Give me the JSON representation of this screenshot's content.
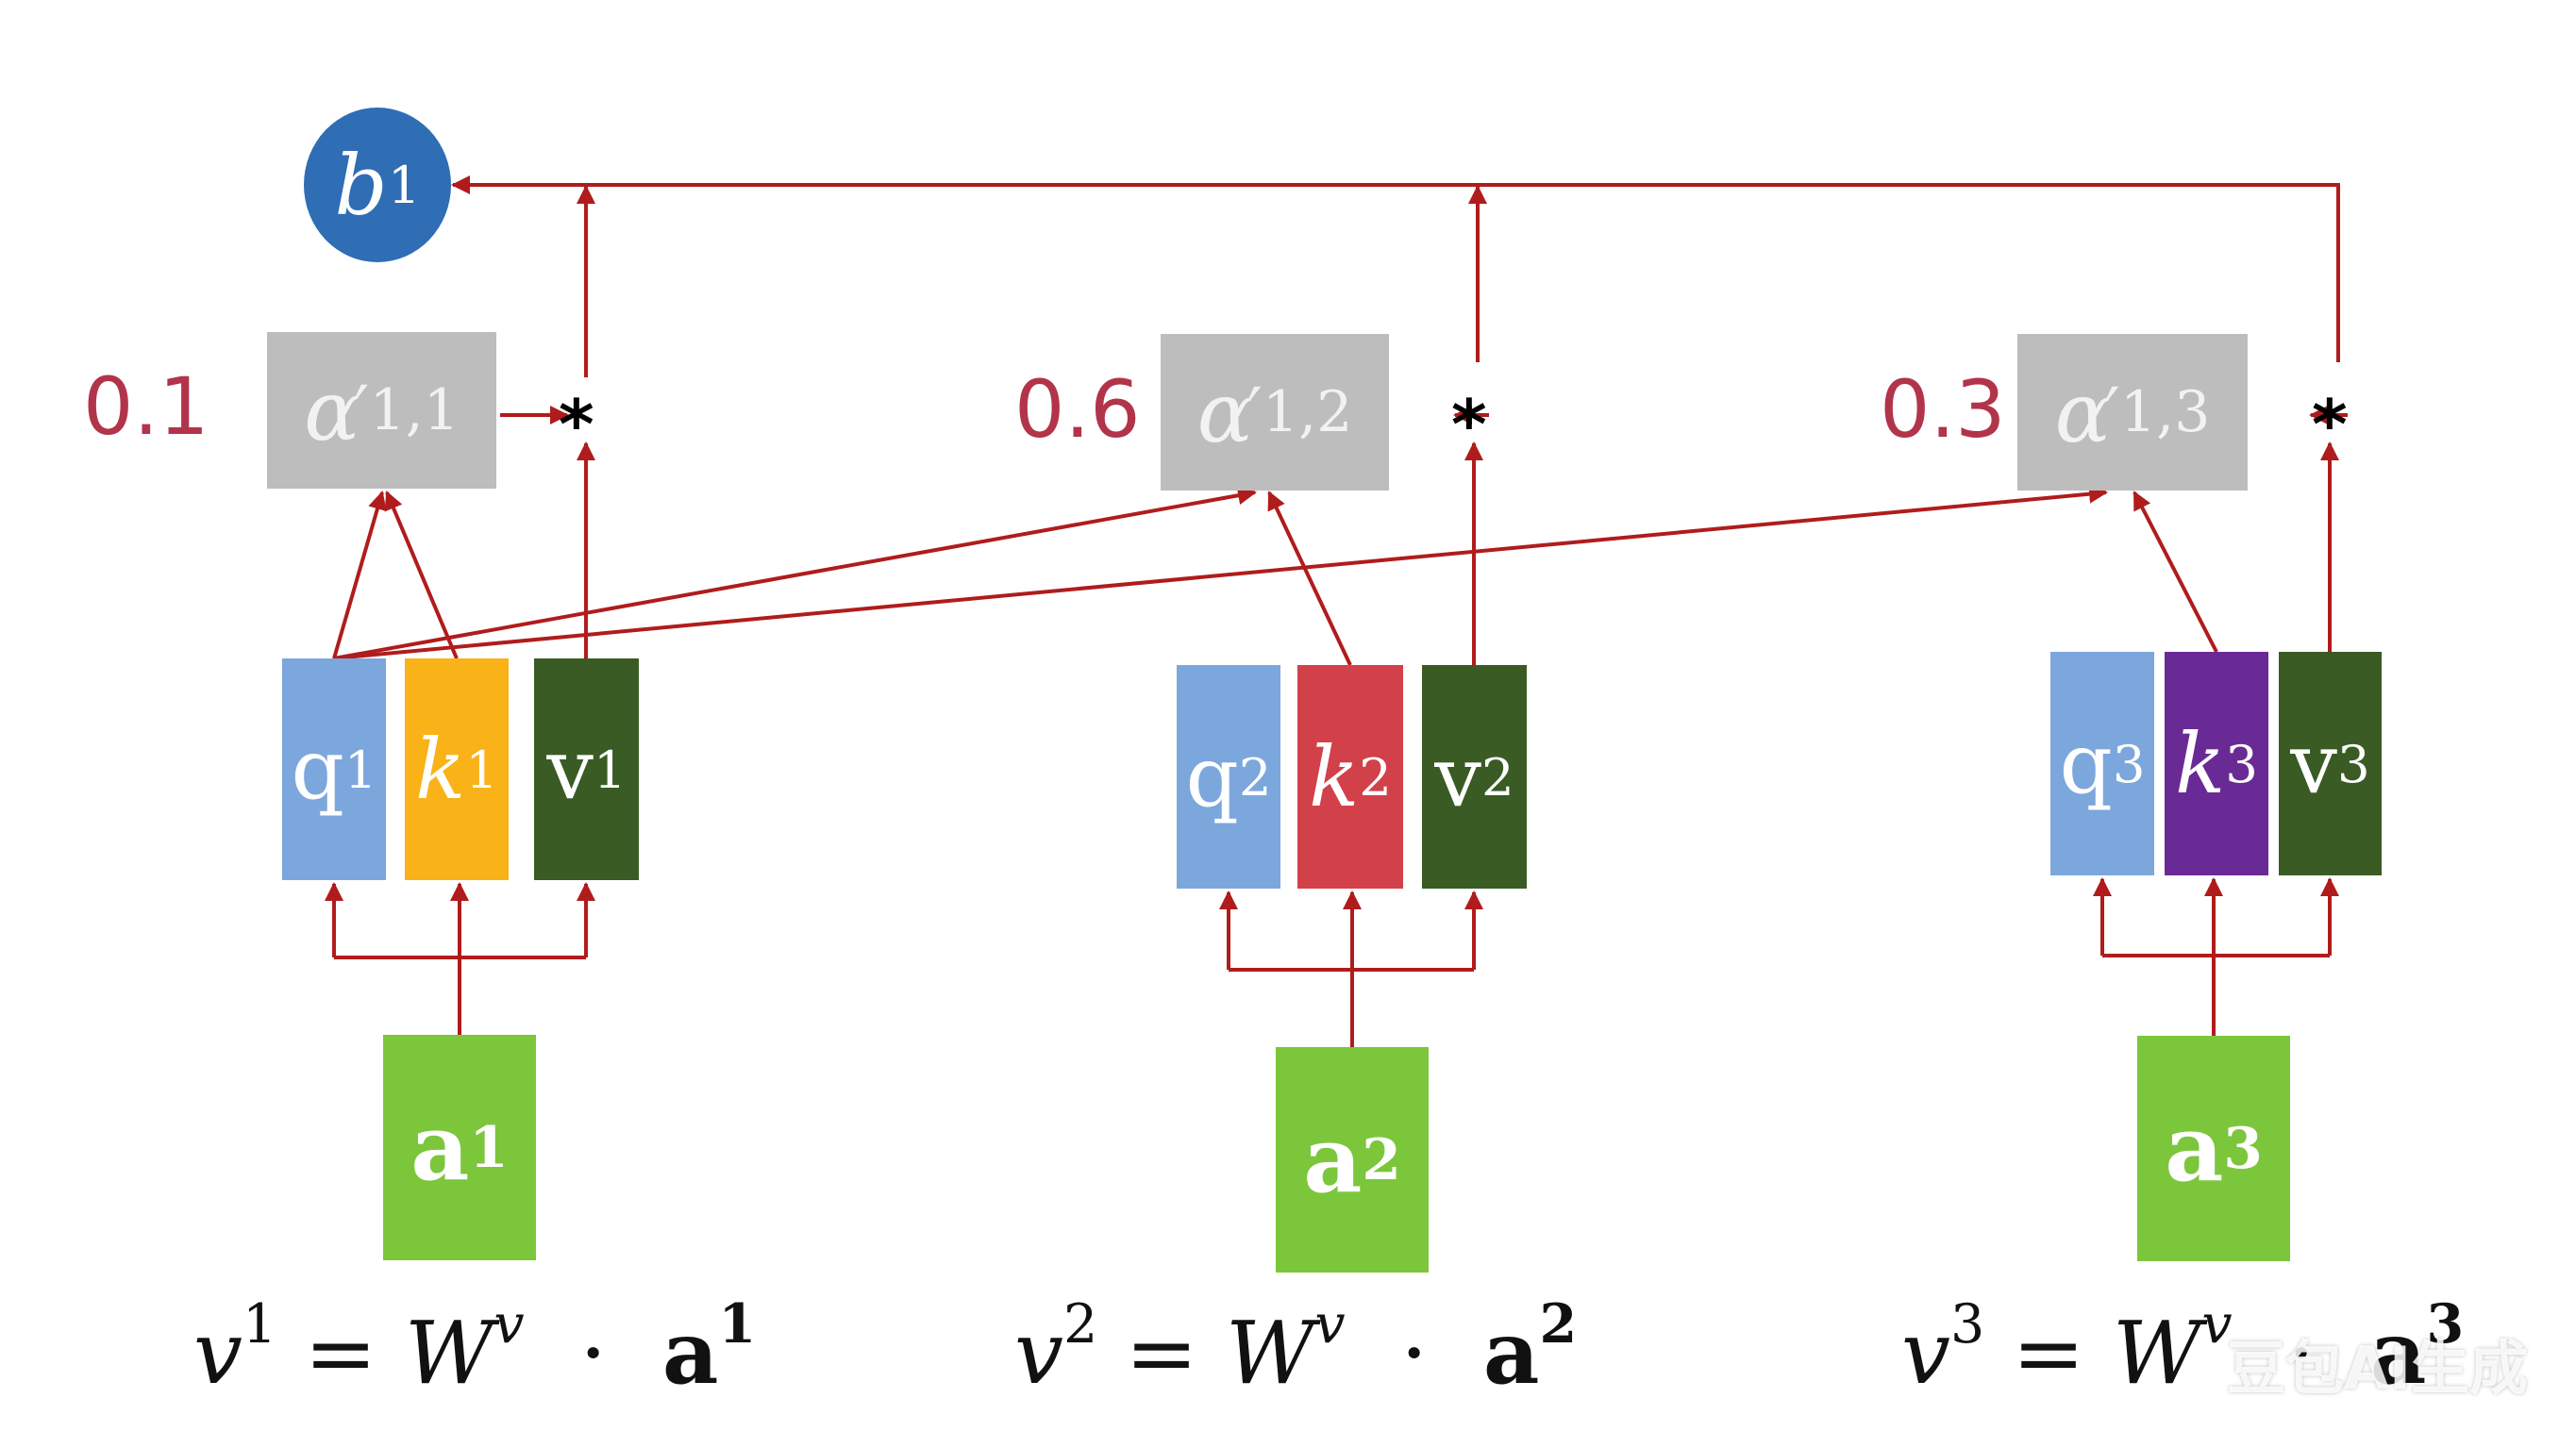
{
  "output": {
    "label": "b",
    "sup": "1"
  },
  "columns": [
    {
      "id": "1",
      "weight": "0.1",
      "alpha_sub": "1,1",
      "q": {
        "label": "q",
        "sup": "1"
      },
      "k": {
        "label": "k",
        "sup": "1"
      },
      "v": {
        "label": "v",
        "sup": "1"
      },
      "a": {
        "label": "a",
        "sup": "1"
      },
      "eq": {
        "lhs": "v",
        "lhs_sup": "1",
        "mid": " = ",
        "w": "W",
        "w_sup": "v",
        "dot": "  ·  ",
        "rhs": "a",
        "rhs_sup": "1"
      }
    },
    {
      "id": "2",
      "weight": "0.6",
      "alpha_sub": "1,2",
      "q": {
        "label": "q",
        "sup": "2"
      },
      "k": {
        "label": "k",
        "sup": "2"
      },
      "v": {
        "label": "v",
        "sup": "2"
      },
      "a": {
        "label": "a",
        "sup": "2"
      },
      "eq": {
        "lhs": "v",
        "lhs_sup": "2",
        "mid": " = ",
        "w": "W",
        "w_sup": "v",
        "dot": "  ·  ",
        "rhs": "a",
        "rhs_sup": "2"
      }
    },
    {
      "id": "3",
      "weight": "0.3",
      "alpha_sub": "1,3",
      "q": {
        "label": "q",
        "sup": "3"
      },
      "k": {
        "label": "k",
        "sup": "3"
      },
      "v": {
        "label": "v",
        "sup": "3"
      },
      "a": {
        "label": "a",
        "sup": "3"
      },
      "eq": {
        "lhs": "v",
        "lhs_sup": "3",
        "mid": " = ",
        "w": "W",
        "w_sup": "v",
        "dot": "  ·  ",
        "rhs": "a",
        "rhs_sup": "3"
      }
    }
  ],
  "alpha_symbol": "α",
  "alpha_prime": "′",
  "multiply_symbol": "*",
  "watermark": "豆包AI生成",
  "colors": {
    "arrow": "#b01c1c",
    "weight_text": "#b2344a",
    "alpha_box": "#bdbdbd",
    "q_box": "#7ca7dc",
    "k1_box": "#f9b217",
    "k2_box": "#d2404a",
    "k3_box": "#6a2a96",
    "v_box": "#3a5b24",
    "a_box": "#7cc63c",
    "output_circle": "#2f6db5"
  }
}
